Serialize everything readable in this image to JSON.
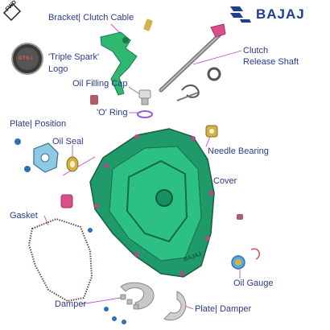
{
  "brand": {
    "name": "BAJAJ",
    "color": "#1d3f8f"
  },
  "direction_marker": {
    "text": "FWD"
  },
  "logo": {
    "text": "DTS-i"
  },
  "cover": {
    "embossed_text": "BAJAJ",
    "color": "#1f9a6b"
  },
  "labels": {
    "bracket_clutch_cable": "Bracket| Clutch Cable",
    "triple_spark_logo_line1": "'Triple Spark'",
    "triple_spark_logo_line2": "Logo",
    "oil_filling_cap": "Oil Filling Cap",
    "clutch_release_shaft_line1": "Clutch",
    "clutch_release_shaft_line2": "Release Shaft",
    "o_ring": "'O' Ring",
    "plate_position": "Plate| Position",
    "oil_seal": "Oil Seal",
    "needle_bearing": "Needle Bearing",
    "cover": "Cover",
    "gasket": "Gasket",
    "oil_gauge": "Oil Gauge",
    "damper": "Damper",
    "plate_damper": "Plate| Damper"
  },
  "colors": {
    "label_text": "#2b3a8f",
    "leader_line": "#c050c0",
    "part_green": "#2fb86f",
    "part_blue": "#2f6fb8",
    "part_gold": "#d4b04a",
    "part_pink": "#d84f8a"
  }
}
